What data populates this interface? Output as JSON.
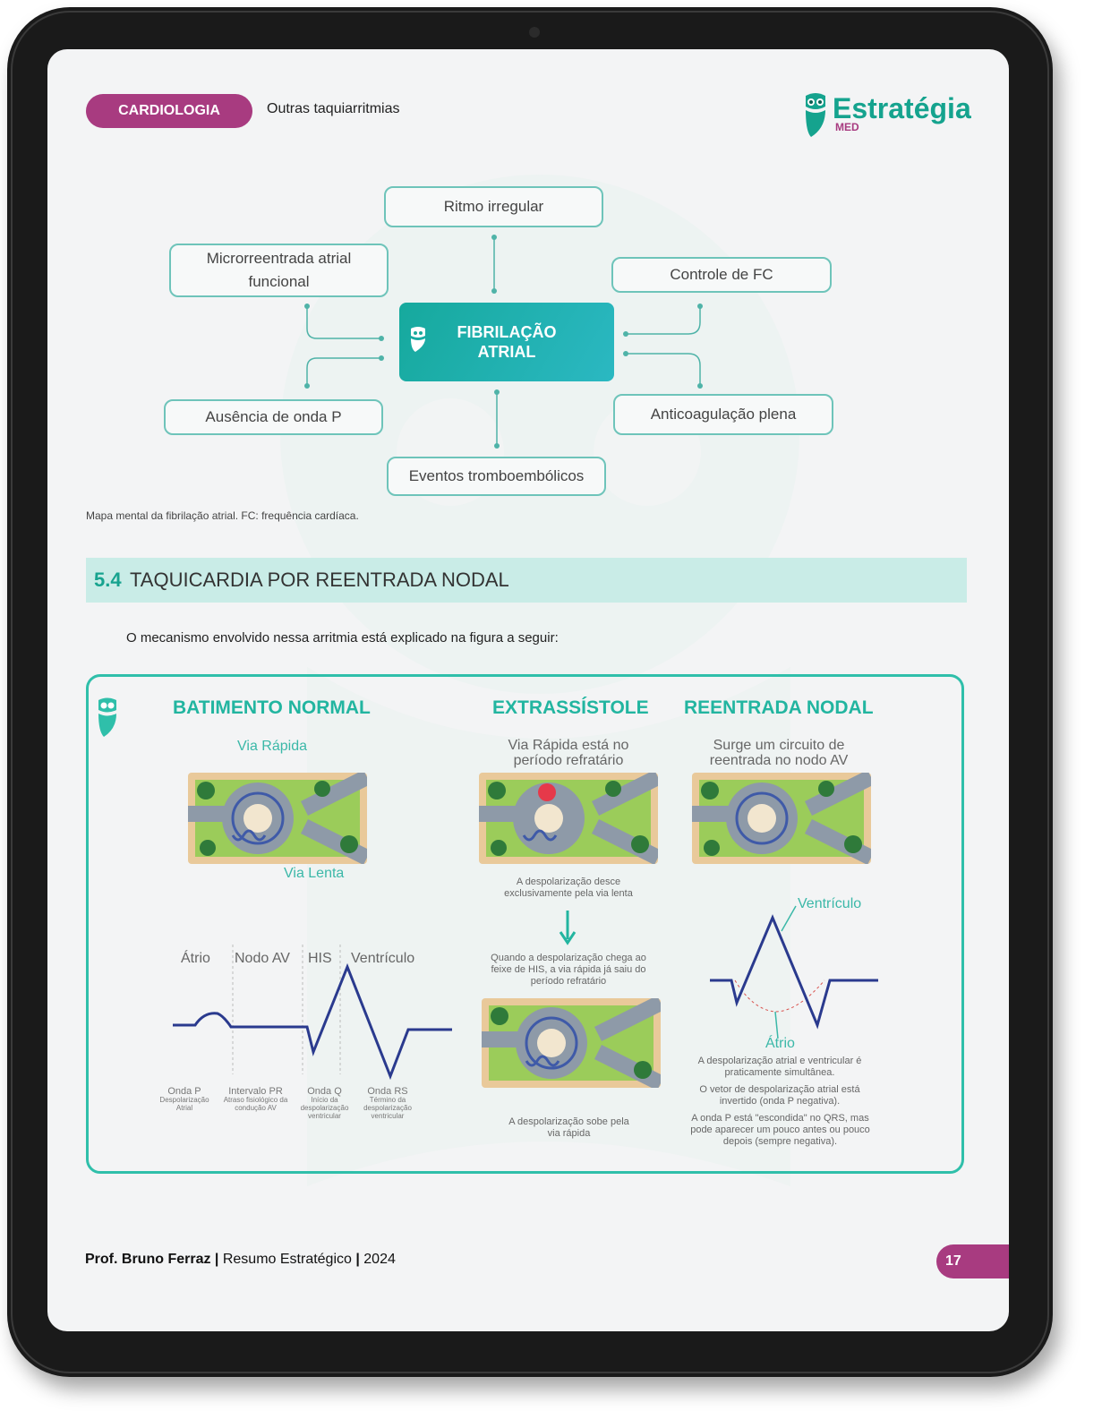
{
  "header": {
    "category": "CARDIOLOGIA",
    "breadcrumb": "Outras taquiarritmias",
    "brand": "Estratégia",
    "brand_sub": "MED"
  },
  "mindmap": {
    "center": "FIBRILAÇÃO ATRIAL",
    "nodes": {
      "ritmo": "Ritmo irregular",
      "micro": "Microrreentrada atrial funcional",
      "controle": "Controle de FC",
      "ausencia": "Ausência de onda P",
      "anticoag": "Anticoagulação plena",
      "eventos": "Eventos tromboembólicos"
    },
    "caption": "Mapa mental da fibrilação atrial. FC: frequência cardíaca."
  },
  "section": {
    "number": "5.4",
    "title": "TAQUICARDIA POR REENTRADA NODAL",
    "intro": "O mecanismo envolvido nessa arritmia está explicado na figura a seguir:"
  },
  "figure": {
    "normal": {
      "title": "BATIMENTO NORMAL",
      "via_rapida": "Via Rápida",
      "via_lenta": "Via Lenta",
      "labels": [
        "Átrio",
        "Nodo AV",
        "HIS",
        "Ventrículo"
      ],
      "waves": [
        {
          "name": "Onda P",
          "desc": "Despolarização Atrial"
        },
        {
          "name": "Intervalo PR",
          "desc": "Atraso fisiológico da condução AV"
        },
        {
          "name": "Onda Q",
          "desc": "Início da despolarização ventricular"
        },
        {
          "name": "Onda RS",
          "desc": "Término da despolarização ventricular"
        }
      ]
    },
    "extra": {
      "title": "EXTRASSÍSTOLE",
      "subtitle": "Via Rápida está no período refratário",
      "text1": "A despolarização desce exclusivamente pela via lenta",
      "text2": "Quando a despolarização chega ao feixe de HIS, a via rápida já saiu do período refratário",
      "text3": "A despolarização sobe pela via rápida"
    },
    "reentrada": {
      "title": "REENTRADA NODAL",
      "subtitle": "Surge um circuito de reentrada no nodo AV",
      "ventriculo": "Ventrículo",
      "atrio": "Átrio",
      "note1": "A despolarização atrial e ventricular é praticamente simultânea.",
      "note2": "O vetor de despolarização atrial está invertido (onda P negativa).",
      "note3": "A onda P está \"escondida\" no QRS, mas pode aparecer um pouco antes ou pouco depois (sempre negativa)."
    }
  },
  "footer": {
    "author": "Prof. Bruno Ferraz",
    "book": "Resumo Estratégico",
    "year": "2024",
    "page": "17"
  },
  "colors": {
    "accent": "#a83b80",
    "teal": "#17a38f"
  }
}
